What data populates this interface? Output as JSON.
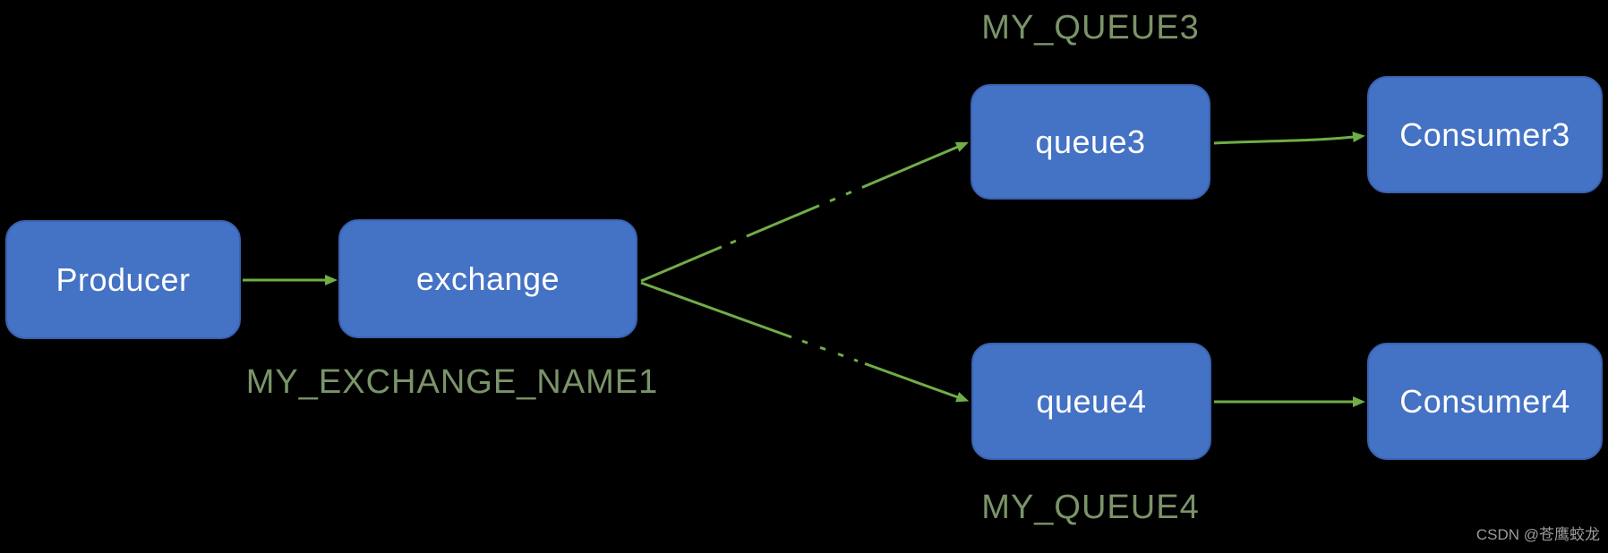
{
  "diagram": {
    "type": "message-flow-diagram",
    "nodes": [
      {
        "id": "producer",
        "label": "Producer"
      },
      {
        "id": "exchange",
        "label": "exchange"
      },
      {
        "id": "queue3",
        "label": "queue3"
      },
      {
        "id": "consumer3",
        "label": "Consumer3"
      },
      {
        "id": "queue4",
        "label": "queue4"
      },
      {
        "id": "consumer4",
        "label": "Consumer4"
      }
    ],
    "annotations": [
      {
        "id": "queue3-name",
        "text": "MY_QUEUE3"
      },
      {
        "id": "exchange-name",
        "text": "MY_EXCHANGE_NAME1"
      },
      {
        "id": "queue4-name",
        "text": "MY_QUEUE4"
      }
    ],
    "edges": [
      {
        "from": "Producer",
        "to": "exchange"
      },
      {
        "from": "exchange",
        "to": "queue3"
      },
      {
        "from": "exchange",
        "to": "queue4"
      },
      {
        "from": "queue3",
        "to": "Consumer3"
      },
      {
        "from": "queue4",
        "to": "Consumer4"
      }
    ],
    "watermark": "CSDN @苍鹰蛟龙",
    "colors": {
      "background": "#000000",
      "node_fill": "#4472C4",
      "node_border": "#3A62B0",
      "node_text": "#FFFFFF",
      "arrow": "#70AD47",
      "annotation_text": "#7A9468",
      "watermark_text": "#9C9C9C"
    }
  }
}
